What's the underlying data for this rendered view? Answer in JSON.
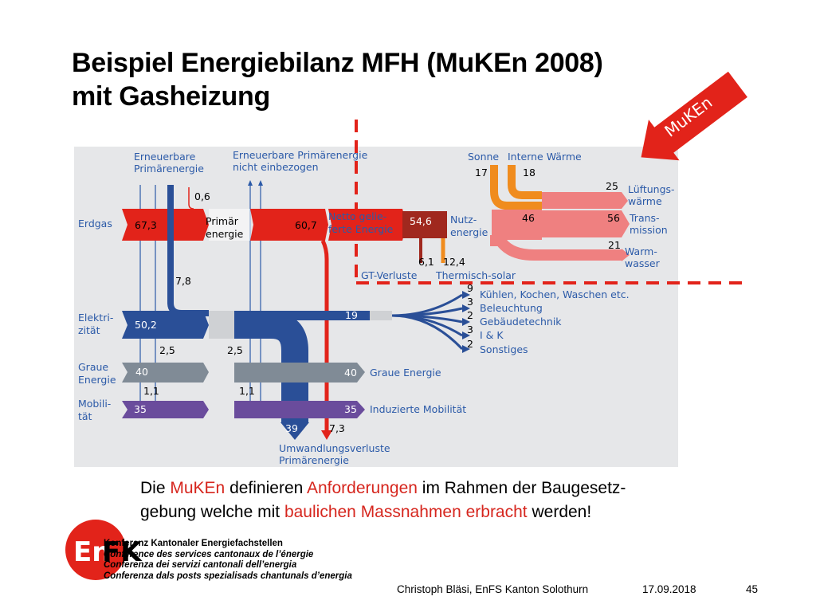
{
  "title": {
    "line1": "Beispiel Energiebilanz MFH (MuKEn 2008)",
    "line2": "mit Gasheizung"
  },
  "arrow_label": "MuKEn",
  "diagram": {
    "top_labels": {
      "renewable_primary": [
        "Erneuerbare",
        "Primärenergie"
      ],
      "renewable_not_included": [
        "Erneuerbare Primärenergie",
        "nicht einbezogen"
      ],
      "sun": "Sonne",
      "internal_heat": "Interne Wärme"
    },
    "row_labels": {
      "erdgas": "Erdgas",
      "elektrizitaet": [
        "Elektri-",
        "zität"
      ],
      "graue_energie": [
        "Graue",
        "Energie"
      ],
      "mobilitaet": [
        "Mobili-",
        "tät"
      ]
    },
    "stage_labels": {
      "primaerenergie": [
        "Primär",
        "energie"
      ],
      "netto": [
        "Netto gelie-",
        "ferte Energie"
      ],
      "nutzenergie": [
        "Nutz-",
        "energie"
      ],
      "gt_verluste": "GT-Verluste",
      "thermisch_solar": "Thermisch-solar",
      "umwandlungsverluste": [
        "Umwandlungsverluste",
        "Primärenergie"
      ]
    },
    "outputs": {
      "lueftung": [
        "Lüftungs-",
        "wärme"
      ],
      "transmission": [
        "Trans-",
        "mission"
      ],
      "warmwasser": [
        "Warm-",
        "wasser"
      ],
      "kuehlen": "Kühlen, Kochen, Waschen etc.",
      "beleuchtung": "Beleuchtung",
      "gebaeudetechnik": "Gebäudetechnik",
      "iuk": "I & K",
      "sonstiges": "Sonstiges",
      "graue_energie_out": "Graue Energie",
      "induzierte_mobilitaet": "Induzierte Mobilität"
    },
    "values": {
      "erdgas_in": "67,3",
      "renewable_small": "0,6",
      "erdgas_mid": "60,7",
      "netto": "54,6",
      "gt_verluste": "6,1",
      "thermisch_solar": "12,4",
      "sonne": "17",
      "interne_waerme": "18",
      "lueftung": "25",
      "transmission_in": "46",
      "transmission": "56",
      "warmwasser": "21",
      "renewable_elec": "7,8",
      "elek_in": "50,2",
      "elek_out": "19",
      "kuehlen": "9",
      "beleuchtung": "3",
      "gebaeudetechnik": "2",
      "iuk": "3",
      "sonstiges": "2",
      "graue_split_left": "2,5",
      "graue_split_right": "2,5",
      "graue_in": "40",
      "graue_out": "40",
      "mob_split_left": "1,1",
      "mob_split_right": "1,1",
      "mob_in": "35",
      "mob_out": "35",
      "verluste_blue": "39",
      "verluste_red": "7,3"
    },
    "colors": {
      "erdgas": "#e2231a",
      "erdgas_dark": "#a0281e",
      "elektrizitaet": "#2a4f97",
      "graue_energie": "#808b96",
      "mobilitaet": "#6a4c9c",
      "sonne": "#f08c1e",
      "warm_output": "#ef8080",
      "panel": "#e6e7e9",
      "label_blue": "#2b5aa8",
      "dashed": "#e2231a"
    }
  },
  "body_text": {
    "p1": "Die ",
    "muken": "MuKEn",
    "p2": " definieren ",
    "anforderungen": "Anforderungen",
    "p3": " im Rahmen der Baugesetz-",
    "p4": "gebung welche mit ",
    "baulichen": "baulichen Massnahmen erbracht",
    "p5": " werden!"
  },
  "logo": {
    "en": "En",
    "fk": "FK",
    "lines": [
      "Konferenz Kantonaler Energiefachstellen",
      "Conférence des services cantonaux de l’énergie",
      "Conferenza dei servizi cantonali dell’energia",
      "Conferenza dals posts spezialisads chantunals d’energia"
    ]
  },
  "footer": {
    "author": "Christoph Bläsi, EnFS Kanton Solothurn",
    "date": "17.09.2018",
    "page": "45"
  }
}
